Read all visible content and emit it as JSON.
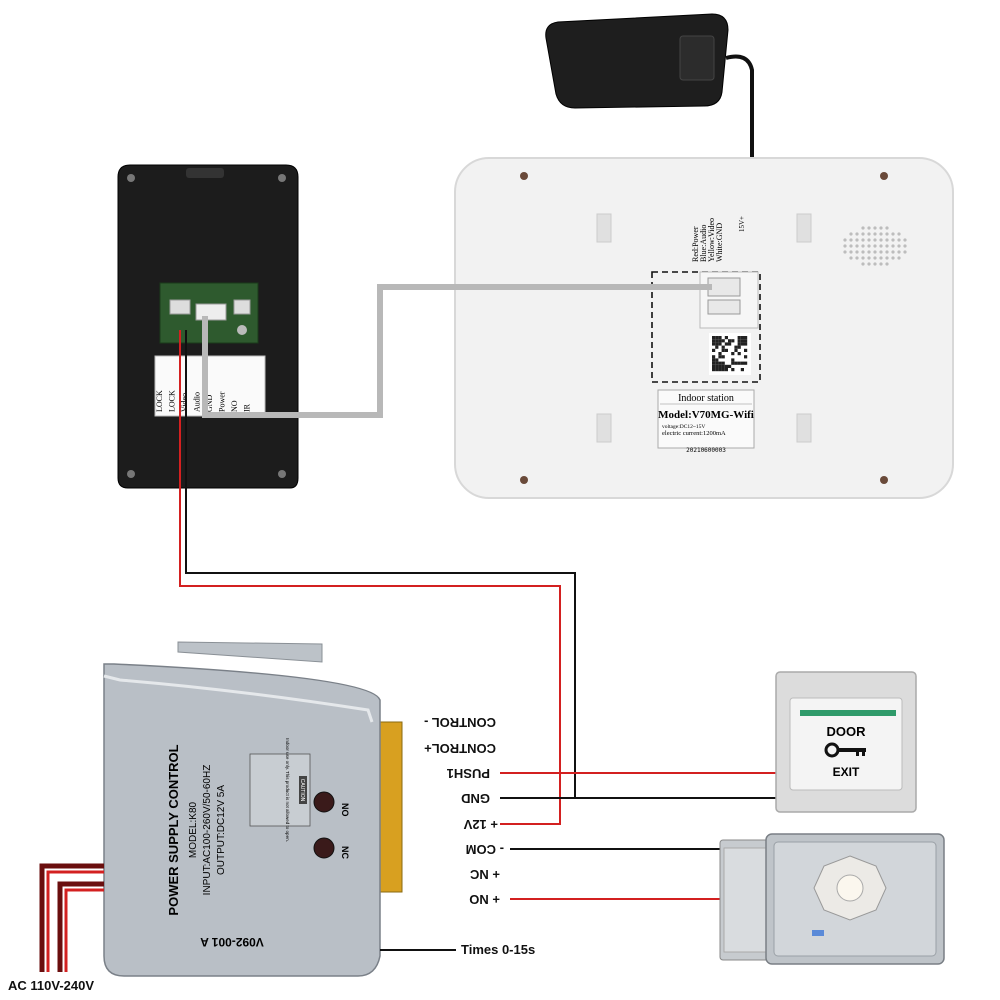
{
  "colors": {
    "wire_red": "#d32020",
    "wire_black": "#111111",
    "wire_gray": "#b8b8b8",
    "power_wire_dark": "#6a0e0e",
    "panel_body": "#1c1c1c",
    "monitor_body": "#f2f2f2",
    "psu_body": "#b9bfc6"
  },
  "indoor_monitor": {
    "title": "Indoor station",
    "model": "Model:V70MG-Wifi",
    "voltage": "voltage:DC12~15V",
    "current": "electric current:1200mA",
    "serial": "20210600003",
    "terminal_labels": [
      "Red:Power",
      "Blue:Audio",
      "Yellow:Video",
      "White:GND"
    ],
    "dc_label": "15V+"
  },
  "outdoor_panel": {
    "label_lines": [
      "LOCK",
      "LOCK",
      "Video",
      "Audio",
      "GND",
      "Power",
      "NO",
      "IR"
    ]
  },
  "power_supply": {
    "model_code": "V092-001 A",
    "brand": "POWER SUPPLY CONTROL",
    "model": "MODEL:K80",
    "input": "INPUT:AC100-260V/50-60HZ",
    "output": "OUTPUT:DC12V 5A",
    "caution_title": "CAUTION",
    "caution_text": "Indoor use only. This product is not allowed to open.",
    "led_labels": [
      "NO",
      "NC"
    ]
  },
  "terminals": [
    {
      "id": "control_minus",
      "label": "CONTROL -"
    },
    {
      "id": "control_plus",
      "label": "CONTROL+"
    },
    {
      "id": "push1",
      "label": "PUSH1"
    },
    {
      "id": "gnd",
      "label": "GND"
    },
    {
      "id": "plus12v",
      "label": "+ 12V"
    },
    {
      "id": "com",
      "label": "- COM"
    },
    {
      "id": "nc",
      "label": "+ NC"
    },
    {
      "id": "no",
      "label": "+ NO"
    }
  ],
  "times_label": "Times 0-15s",
  "ac_label": "AC 110V-240V",
  "exit_button": {
    "line1": "DOOR",
    "line2": "EXIT",
    "icon": "key-icon"
  },
  "lock": {
    "icon": "knob-icon"
  },
  "adapter": {
    "icon": "power-adapter-icon"
  }
}
